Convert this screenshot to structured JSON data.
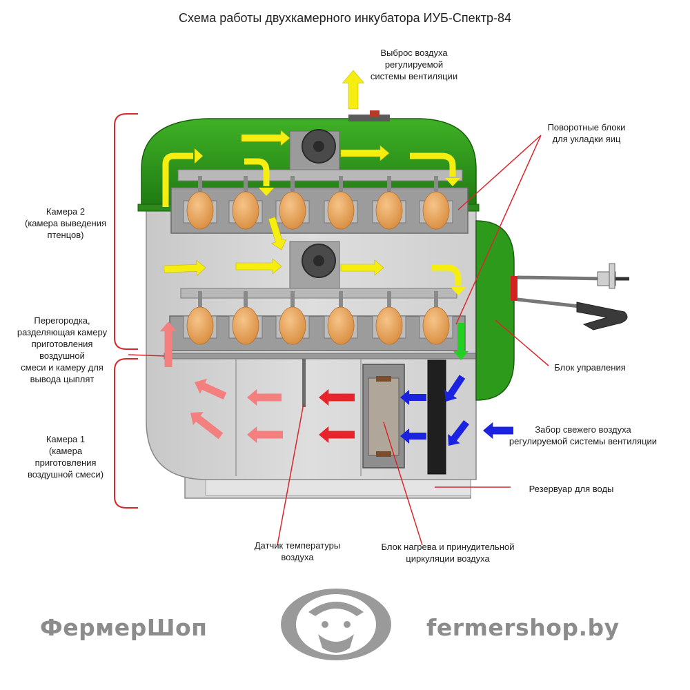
{
  "title": "Схема работы двухкамерного инкубатора ИУБ-Спектр-84",
  "labels": {
    "exhaust": [
      "Выброс воздуха",
      "регулируемой",
      "системы вентиляции"
    ],
    "rotary": [
      "Поворотные блоки",
      "для укладки яиц"
    ],
    "chamber2": [
      "Камера 2",
      "(камера выведения",
      "птенцов)"
    ],
    "partition": [
      "Перегородка,",
      "разделяющая камеру",
      "приготовления воздушной",
      "смеси и камеру для",
      "вывода цыплят"
    ],
    "chamber1": [
      "Камера 1",
      "(камера",
      "приготовления",
      "воздушной смеси)"
    ],
    "control": [
      "Блок управления"
    ],
    "intake": [
      "Забор свежего воздуха",
      "регулируемой системы вентиляции"
    ],
    "reservoir": [
      "Резервуар для воды"
    ],
    "sensor": [
      "Датчик температуры",
      "воздуха"
    ],
    "heater": [
      "Блок нагрева и принудительной",
      "циркуляции воздуха"
    ]
  },
  "brand": {
    "left": "ФермерШоп",
    "right": "fermershop.by"
  },
  "colors": {
    "green": "#2e9a1c",
    "yellow": "#f5ee10",
    "red": "#e8232b",
    "pink": "#f47f7f",
    "blue": "#1b22e0",
    "leader": "#d9262b",
    "egg": "#e9a55d"
  }
}
